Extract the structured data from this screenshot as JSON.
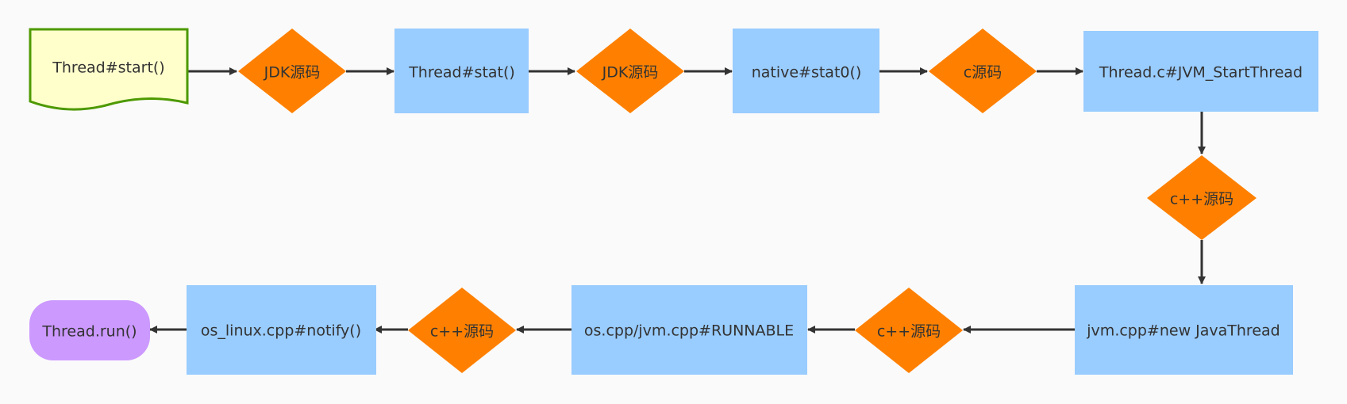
{
  "colors": {
    "process": "#99ccff",
    "decision": "#ff8000",
    "document_fill": "#ffffcc",
    "document_stroke": "#4d9900",
    "terminal": "#cc99ff",
    "edge": "#333333",
    "text": "#333333"
  },
  "nodes": {
    "thread_start": "Thread#start()",
    "jdk_source_1": "JDK源码",
    "thread_stat": "Thread#stat()",
    "jdk_source_2": "JDK源码",
    "native_stat0": "native#stat0()",
    "c_source": "c源码",
    "thread_c_jvm_startthread": "Thread.c#JVM_StartThread",
    "cpp_source_1": "c++源码",
    "jvm_cpp_new_javathread": "jvm.cpp#new JavaThread",
    "cpp_source_2": "c++源码",
    "os_cpp_jvm_cpp_runnable": "os.cpp/jvm.cpp#RUNNABLE",
    "cpp_source_3": "c++源码",
    "os_linux_cpp_notify": "os_linux.cpp#notify()",
    "thread_run": "Thread.run()"
  }
}
